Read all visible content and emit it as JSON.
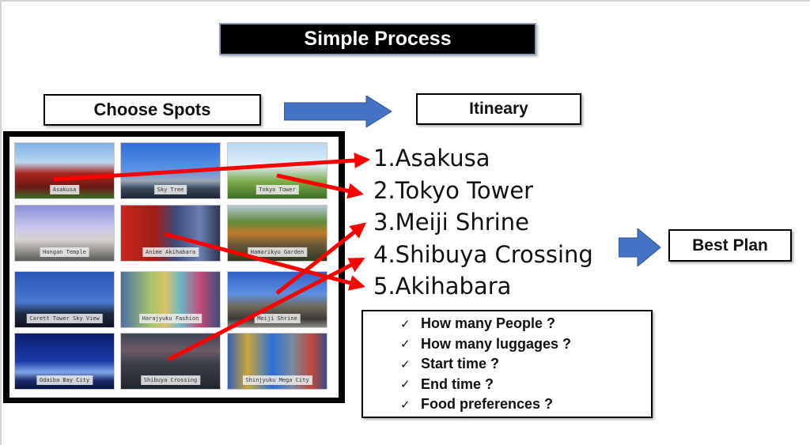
{
  "title": "Simple Process",
  "flow": {
    "step1_label": "Choose Spots",
    "step2_label": "Itineary",
    "step3_label": "Best Plan",
    "arrow_color": "#4472c4"
  },
  "spots": [
    {
      "name": "Asakusa",
      "scene": "temple-red"
    },
    {
      "name": "Sky Tree",
      "scene": "skyline-blue"
    },
    {
      "name": "Tokyo Tower",
      "scene": "tower-green"
    },
    {
      "name": "Hongan Temple",
      "scene": "stone-temple"
    },
    {
      "name": "Anime Akihabara",
      "scene": "neon-street"
    },
    {
      "name": "Hamarikyu Garden",
      "scene": "autumn-garden"
    },
    {
      "name": "Carett Tower Sky View",
      "scene": "tower-dusk"
    },
    {
      "name": "Harajyuku Fashion",
      "scene": "fashion-street"
    },
    {
      "name": "Meiji Shrine",
      "scene": "shrine"
    },
    {
      "name": "Odaiba Bay City",
      "scene": "night-bay"
    },
    {
      "name": "Shibuya Crossing",
      "scene": "crossing"
    },
    {
      "name": "Shinjyuku Mega City",
      "scene": "mega-city"
    }
  ],
  "itinerary": [
    {
      "label": "1.Asakusa",
      "from_spot": "Asakusa"
    },
    {
      "label": "2.Tokyo Tower",
      "from_spot": "Tokyo Tower"
    },
    {
      "label": "3.Meiji Shrine",
      "from_spot": "Meiji Shrine"
    },
    {
      "label": "4.Shibuya Crossing",
      "from_spot": "Shibuya Crossing"
    },
    {
      "label": "5.Akihabara",
      "from_spot": "Anime Akihabara"
    }
  ],
  "connector_color": "#ff0000",
  "checklist": {
    "check_icon": "✓",
    "items": [
      "How many People ?",
      "How many luggages ?",
      "Start time ?",
      "End time ?",
      "Food preferences ?"
    ]
  }
}
